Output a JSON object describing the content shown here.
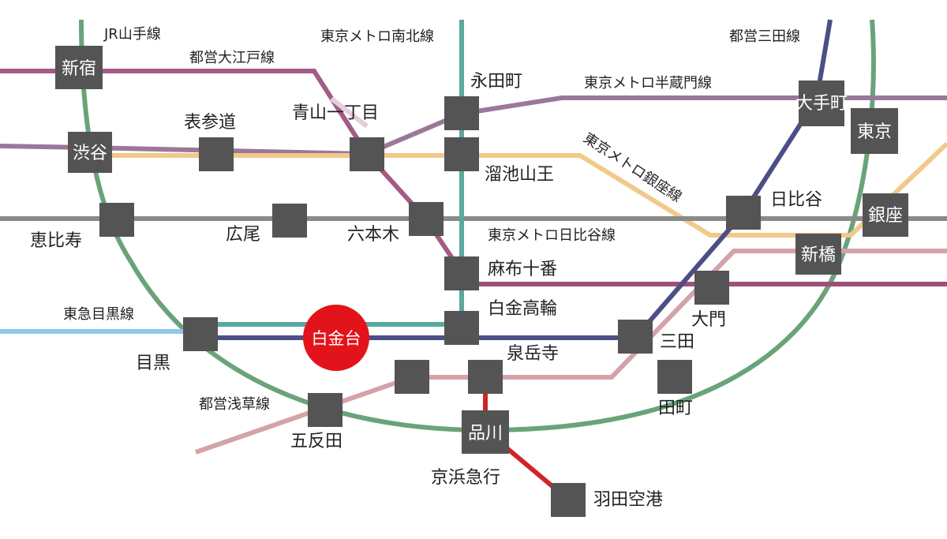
{
  "lines": [
    {
      "key": "jr_yamanote",
      "label": "JR山手線",
      "color": "#6aa37a"
    },
    {
      "key": "oedo",
      "label": "都営大江戸線",
      "color": "#a45b86"
    },
    {
      "key": "namboku",
      "label": "東京メトロ南北線",
      "color": "#5aa89e"
    },
    {
      "key": "mita",
      "label": "都営三田線",
      "color": "#4c4f86"
    },
    {
      "key": "hanzomon",
      "label": "東京メトロ半蔵門線",
      "color": "#9b7899"
    },
    {
      "key": "ginza",
      "label": "東京メトロ銀座線",
      "color": "#f1c98a"
    },
    {
      "key": "hibiya",
      "label": "東京メトロ日比谷線",
      "color": "#8a8a8a"
    },
    {
      "key": "meguro",
      "label": "東急目黒線",
      "color": "#8fc8e8"
    },
    {
      "key": "asakusa",
      "label": "都営浅草線",
      "color": "#d4a2a9"
    },
    {
      "key": "keikyu",
      "label": "京浜急行",
      "color": "#d2232a"
    },
    {
      "key": "chiyoda",
      "label": "",
      "color": "#9e4f7a"
    }
  ],
  "stations": {
    "shinjuku": "新宿",
    "shibuya": "渋谷",
    "ebisu": "恵比寿",
    "meguro": "目黒",
    "gotanda": "五反田",
    "shinagawa": "品川",
    "tamachi": "田町",
    "hamamatsucho_daimon": "大門",
    "shimbashi": "新橋",
    "ginza": "銀座",
    "tokyo": "東京",
    "otemachi": "大手町",
    "hibiya": "日比谷",
    "mita": "三田",
    "sengakuji": "泉岳寺",
    "shirokane_takanawa": "白金高輪",
    "azabu_juban": "麻布十番",
    "roppongi": "六本木",
    "hiroo": "広尾",
    "omotesando": "表参道",
    "aoyama_itchome": "青山一丁目",
    "nagatacho": "永田町",
    "tameike_sanno": "溜池山王",
    "haneda": "羽田空港"
  },
  "current_station": {
    "label": "白金台",
    "color": "#e3131b"
  }
}
